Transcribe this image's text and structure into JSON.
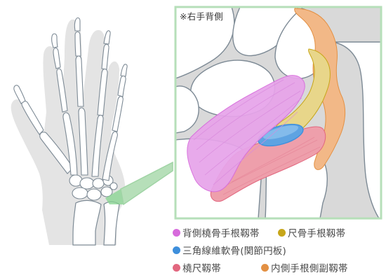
{
  "note": "※右手背側",
  "legend": {
    "items": [
      {
        "label": "背側橈骨手根靱帯",
        "color": "#d76bdc"
      },
      {
        "label": "尺骨手根靱帯",
        "color": "#c7a619"
      },
      {
        "label": "三角線維軟骨(関節円板)",
        "color": "#3e8fdc"
      },
      {
        "label": "橈尺靱帯",
        "color": "#e2677f"
      },
      {
        "label": "内側手根側副靱帯",
        "color": "#e39043"
      }
    ]
  },
  "colors": {
    "frame": "#c2e4c4",
    "callout": "#a9dcae",
    "highlight": "#7fd38a",
    "bone_fill": "#ffffff",
    "bone_stroke": "#7d8a95",
    "hand_silhouette": "#e3e3e3",
    "ligament_dorsal_radiocarpal": "#e7a4ea",
    "ligament_ulnocarpal": "#e6d27a",
    "ligament_tfcc": "#5a9fe0",
    "ligament_radioulnar": "#ec9aa7",
    "ligament_collateral": "#f2b887"
  }
}
